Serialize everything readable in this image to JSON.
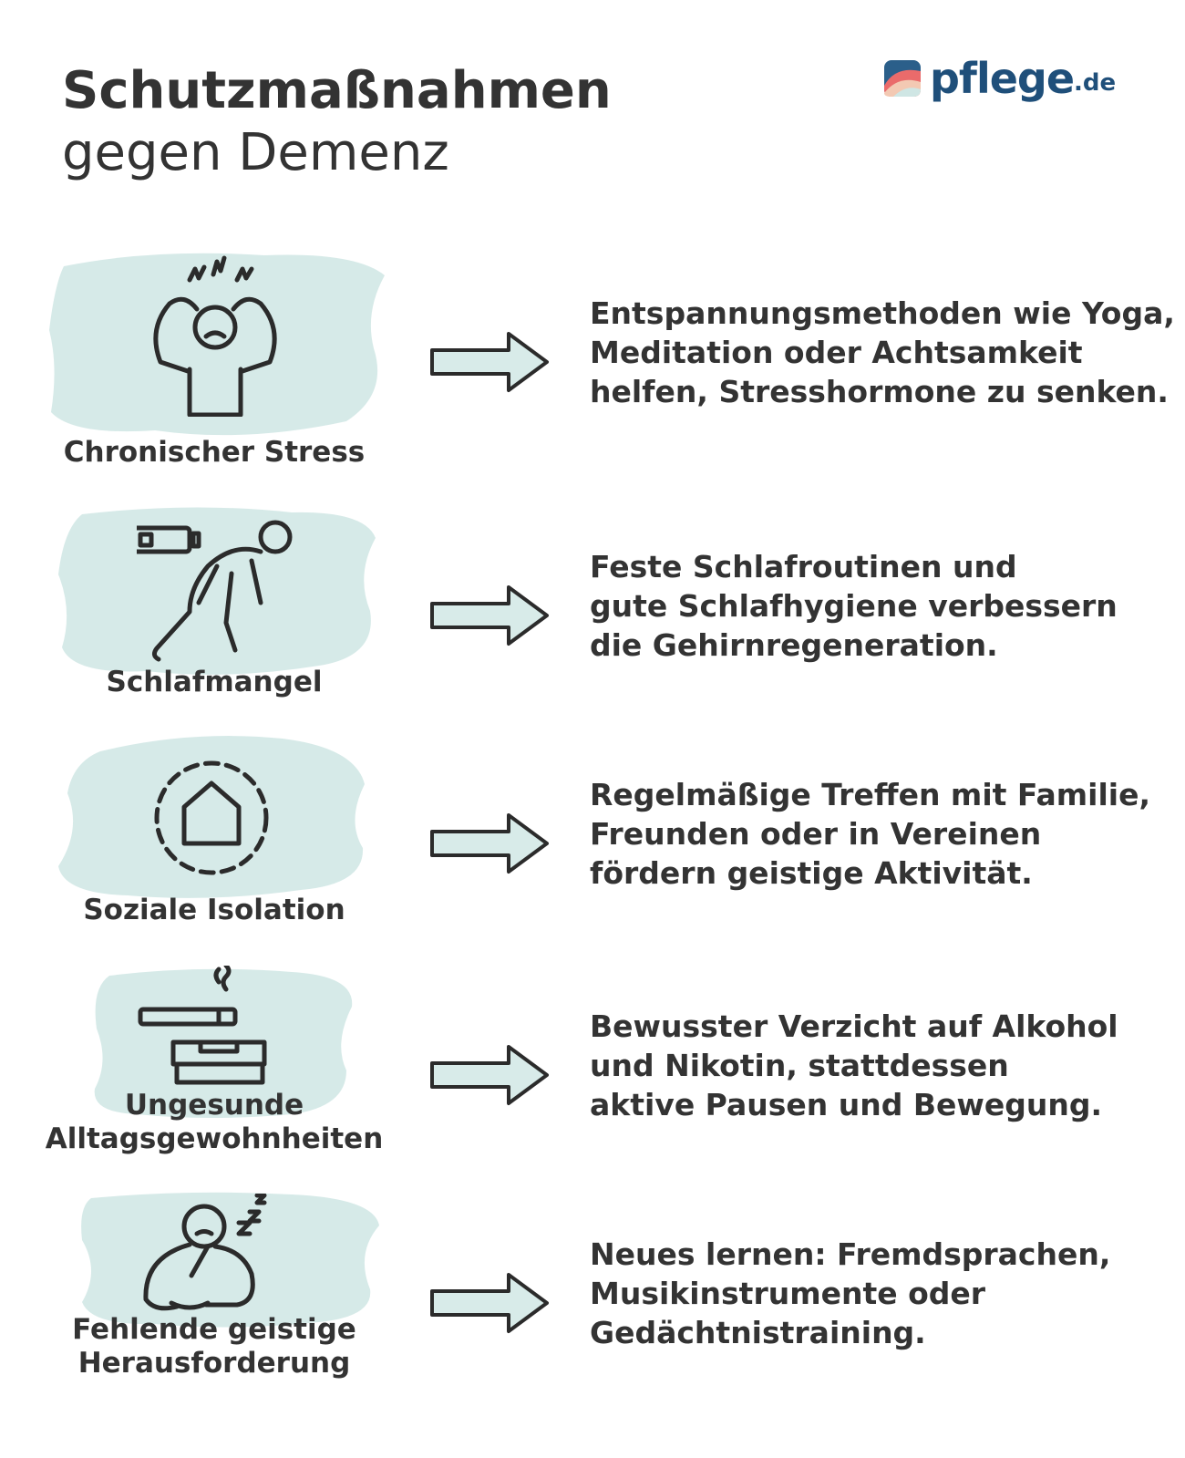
{
  "title": {
    "line1": "Schutzmaßnahmen",
    "line2": "gegen Demenz"
  },
  "logo": {
    "name": "pflege",
    "tld": ".de",
    "icon": "pflege-logo-icon"
  },
  "colors": {
    "wash": "#cfe6e4",
    "text": "#333333",
    "brand": "#1f4f7a"
  },
  "items": [
    {
      "label": [
        "Chronischer Stress"
      ],
      "icon": "stressed-person-icon",
      "desc": [
        "Entspannungsmethoden wie Yoga,",
        "Meditation oder Achtsamkeit",
        "helfen, Stresshormone zu senken."
      ]
    },
    {
      "label": [
        "Schlafmangel"
      ],
      "icon": "tired-person-low-battery-icon",
      "desc": [
        "Feste Schlafroutinen und",
        "gute Schlafhygiene verbessern",
        "die Gehirnregeneration."
      ]
    },
    {
      "label": [
        "Soziale Isolation"
      ],
      "icon": "isolated-house-icon",
      "desc": [
        "Regelmäßige Treffen mit Familie,",
        "Freunden oder in Vereinen",
        "fördern geistige Aktivität."
      ]
    },
    {
      "label": [
        "Ungesunde",
        "Alltagsgewohnheiten"
      ],
      "icon": "cigarette-ashtray-icon",
      "desc": [
        "Bewusster Verzicht auf Alkohol",
        "und Nikotin, stattdessen",
        "aktive Pausen und Bewegung."
      ]
    },
    {
      "label": [
        "Fehlende geistige",
        "Herausforderung"
      ],
      "icon": "bored-sleepy-person-icon",
      "desc": [
        "Neues lernen: Fremdsprachen,",
        "Musikinstrumente oder",
        "Gedächtnistraining."
      ]
    }
  ]
}
